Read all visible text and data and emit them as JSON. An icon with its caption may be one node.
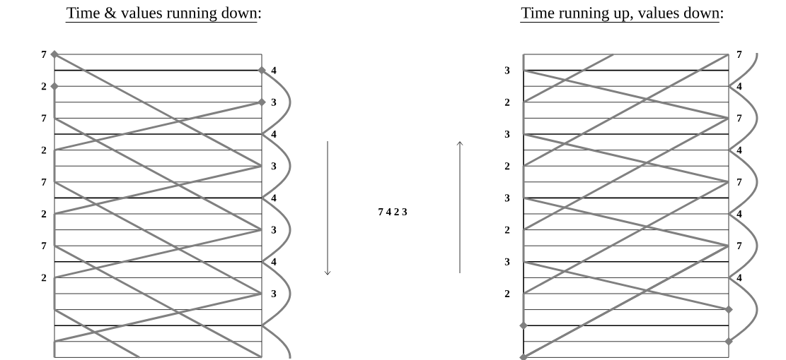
{
  "diagram": {
    "labels": [
      "Time & values running down:",
      "Time running up, values down:",
      "7",
      "2",
      "7",
      "2",
      "7",
      "2",
      "7",
      "2",
      "4",
      "3",
      "4",
      "3",
      "4",
      "3",
      "4",
      "3",
      "7 4 2 3",
      "3",
      "2",
      "3",
      "2",
      "3",
      "2",
      "3",
      "2",
      "7",
      "4",
      "7",
      "4",
      "7",
      "4",
      "7",
      "4"
    ]
  }
}
